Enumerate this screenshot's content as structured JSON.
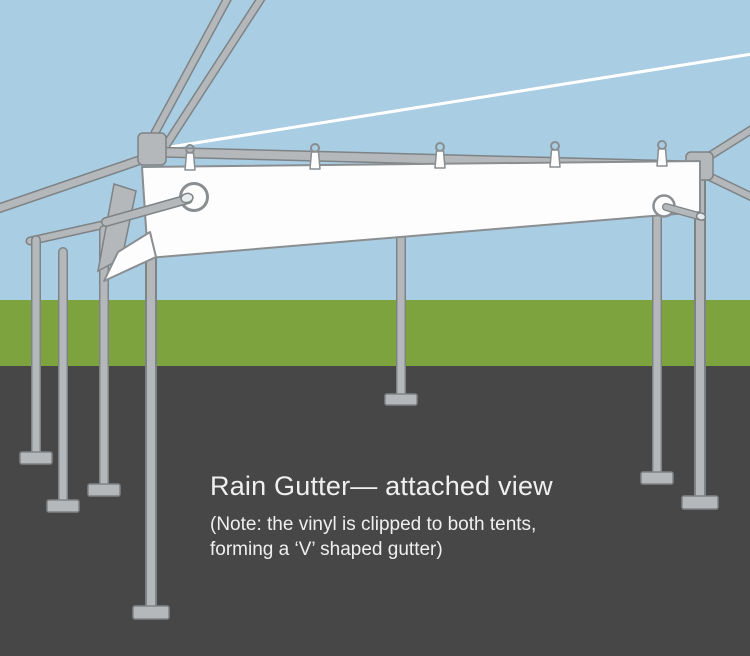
{
  "figure": {
    "title": "Rain Gutter— attached view",
    "note_line1": "(Note: the vinyl is clipped to both tents,",
    "note_line2": "forming a ‘V’ shaped gutter)"
  },
  "colors": {
    "sky": "#a9cde2",
    "grass": "#7da33e",
    "ground": "#474747",
    "pole": "#b4b8bb",
    "pole_outline": "#7e8386",
    "pole_highlight": "#e8eaeb",
    "panel": "#fdfdfd",
    "panel_outline": "#8a8e91",
    "text": "#efefef"
  },
  "scene": {
    "gutter_clip_count": 5
  }
}
